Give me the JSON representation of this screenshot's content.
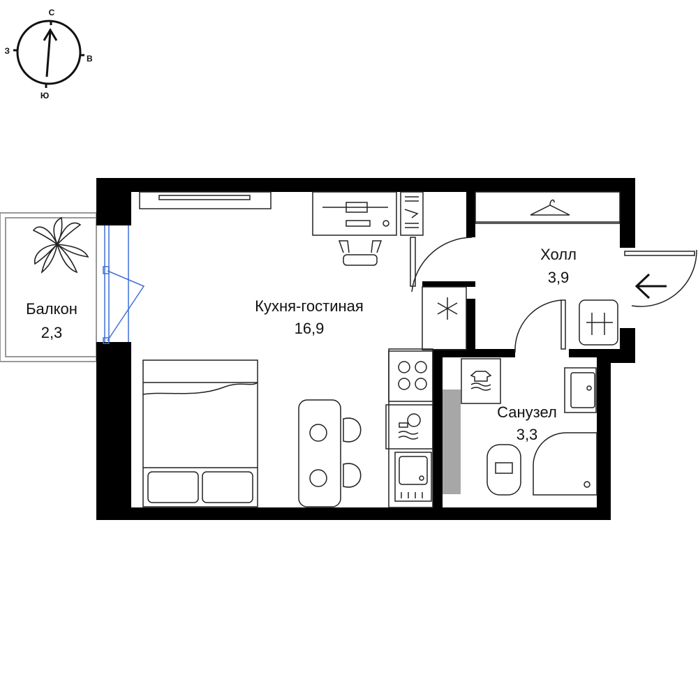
{
  "compass": {
    "north": "С",
    "east": "В",
    "south": "Ю",
    "west": "З"
  },
  "rooms": {
    "kitchen_living": {
      "name": "Кухня-гостиная",
      "area": "16,9"
    },
    "hall": {
      "name": "Холл",
      "area": "3,9"
    },
    "bathroom": {
      "name": "Санузел",
      "area": "3,3"
    },
    "balcony": {
      "name": "Балкон",
      "area": "2,3"
    }
  },
  "icons": {
    "entrance": "arrow-left-icon",
    "fridge": "snowflake-icon",
    "washer": "laundry-icon",
    "dishwasher": "dishes-icon"
  },
  "colors": {
    "wall": "#000000",
    "door_glass": "#3f6fd8",
    "shaft": "#a7a7a7",
    "line": "#222222"
  }
}
